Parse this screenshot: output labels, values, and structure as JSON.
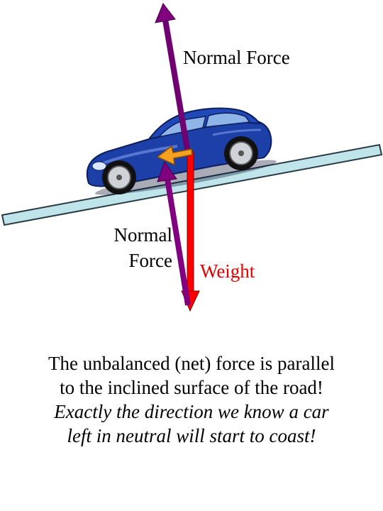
{
  "labels": {
    "normal_force_top": "Normal Force",
    "normal_force_bottom_line1": "Normal",
    "normal_force_bottom_line2": "Force",
    "weight": "Weight"
  },
  "caption": {
    "line1": "The unbalanced (net) force is parallel",
    "line2": "to the inclined surface of the road!",
    "line3": "Exactly the direction we know a car",
    "line4": "left in neutral will start to coast!"
  },
  "colors": {
    "normal_force": "#800080",
    "weight": "#ff0000",
    "net_force": "#f4a020",
    "road": "#bfe4ea",
    "car_body": "#1c3fa8"
  }
}
